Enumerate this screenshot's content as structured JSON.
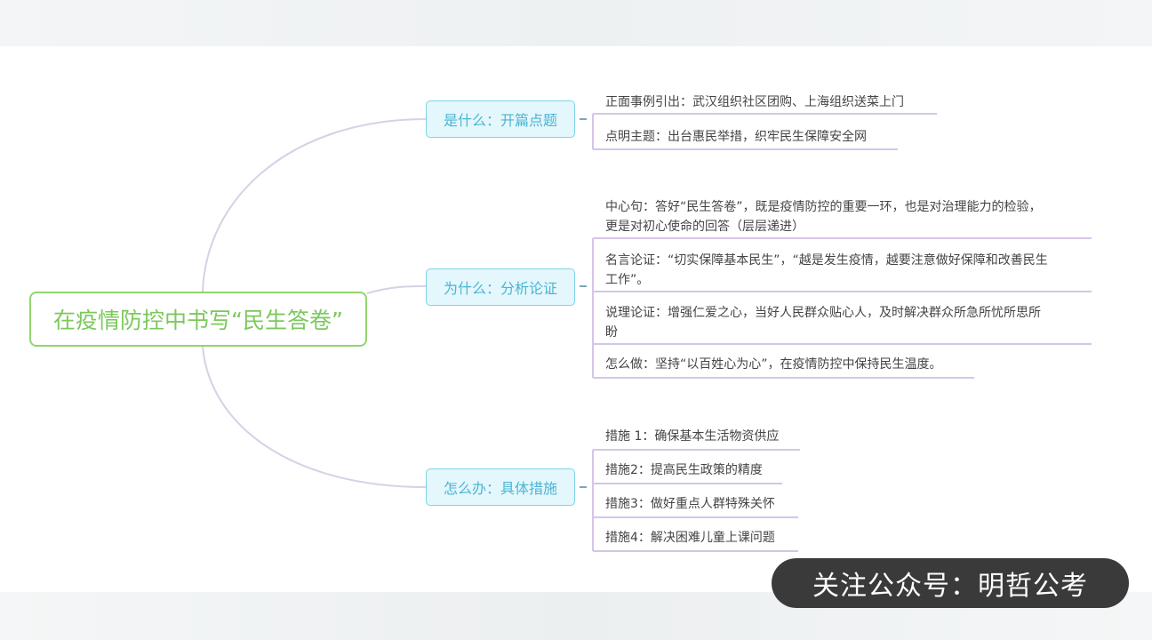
{
  "central": "在疫情防控中书写“民生答卷”",
  "branches": [
    {
      "label": "是什么：开篇点题",
      "leaves": [
        "正面事例引出：武汉组织社区团购、上海组织送菜上门",
        "点明主题：出台惠民举措，织牢民生保障安全网"
      ]
    },
    {
      "label": "为什么：分析论证",
      "leaves": [
        [
          "中心句：答好“民生答卷”，既是疫情防控的重要一环，也是对治理能力的检验，",
          "更是对初心使命的回答（层层递进）"
        ],
        [
          "名言论证：“切实保障基本民生”，“越是发生疫情，越要注意做好保障和改善民生",
          "工作”。"
        ],
        [
          "说理论证：增强仁爱之心，当好人民群众贴心人，及时解决群众所急所忧所思所",
          "盼"
        ],
        "怎么做：坚持“以百姓心为心”，在疫情防控中保持民生温度。"
      ]
    },
    {
      "label": "怎么办：具体措施",
      "leaves": [
        "措施 1：确保基本生活物资供应",
        "措施2：提高民生政策的精度",
        "措施3：做好重点人群特殊关怀",
        "措施4：解决困难儿童上课问题"
      ]
    }
  ],
  "watermark": "关注公众号：明哲公考",
  "colors": {
    "central_border": "#8fd66e",
    "central_text": "#7cc85c",
    "branch_border": "#7fd3e6",
    "branch_fill": "#e4f7fc",
    "branch_text": "#4ab5d3",
    "connector": "#d9cfe6",
    "leaf_underline": "#d4c6e8"
  }
}
